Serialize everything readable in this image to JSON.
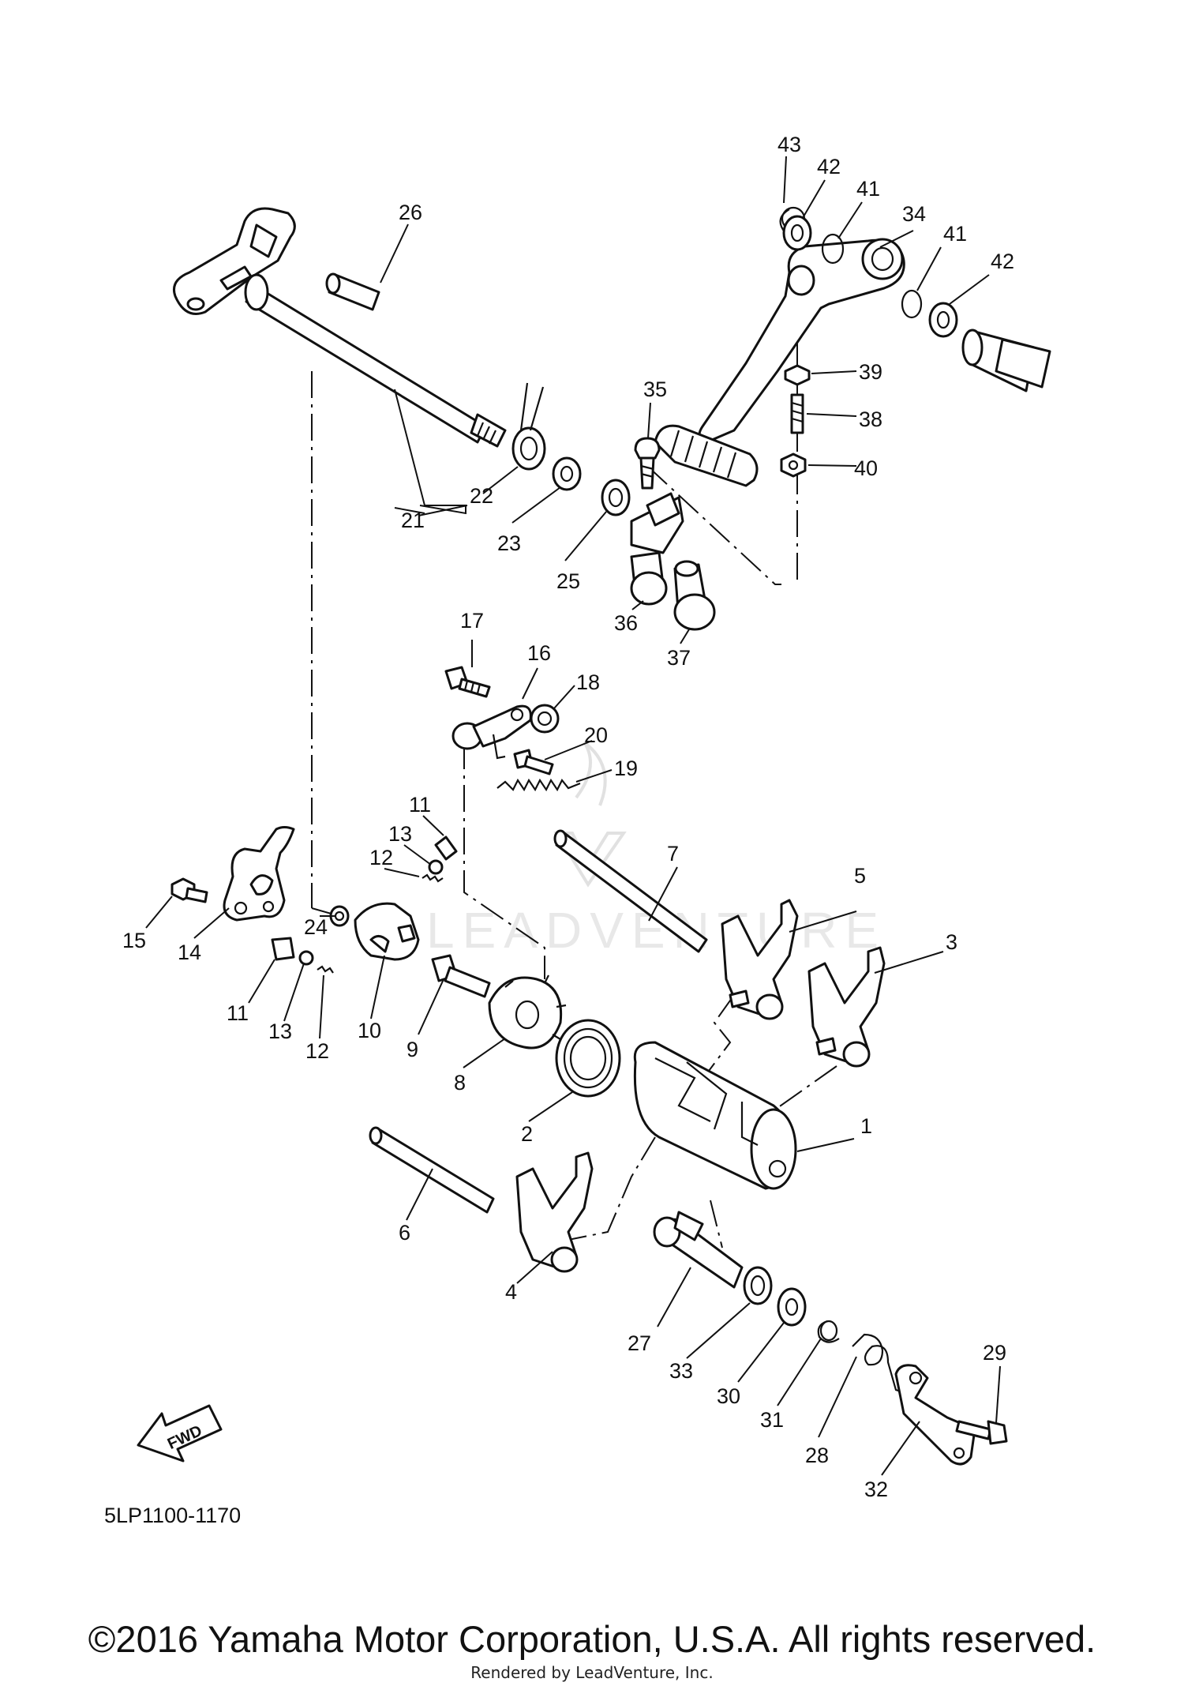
{
  "diagram": {
    "code": "5LP1100-1170",
    "fwd_label": "FWD",
    "watermark": "LEADVENTURE",
    "copyright": "©2016 Yamaha Motor Corporation, U.S.A. All rights reserved.",
    "rendered_by": "Rendered by LeadVenture, Inc.",
    "callouts": [
      "1",
      "2",
      "3",
      "4",
      "5",
      "6",
      "7",
      "8",
      "9",
      "10",
      "11",
      "12",
      "13",
      "14",
      "15",
      "16",
      "17",
      "18",
      "19",
      "20",
      "21",
      "22",
      "23",
      "24",
      "25",
      "26",
      "27",
      "28",
      "29",
      "30",
      "31",
      "32",
      "33",
      "34",
      "35",
      "36",
      "37",
      "38",
      "39",
      "40",
      "41",
      "42",
      "43"
    ]
  }
}
